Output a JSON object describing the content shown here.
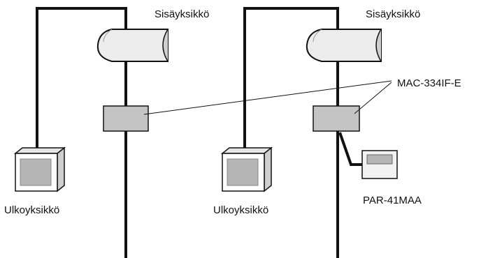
{
  "labels": {
    "indoor_unit": "Sisäyksikkö",
    "outdoor_unit": "Ulkoyksikkö",
    "interface": "MAC-334IF-E",
    "remote": "PAR-41MAA"
  },
  "colors": {
    "line": "#111111",
    "indoor_body": "#ececec",
    "box_fill": "#c4c4c4",
    "outdoor_face": "#ffffff",
    "outdoor_side": "#cfcfcf",
    "outdoor_panel": "#b5b5b5"
  }
}
